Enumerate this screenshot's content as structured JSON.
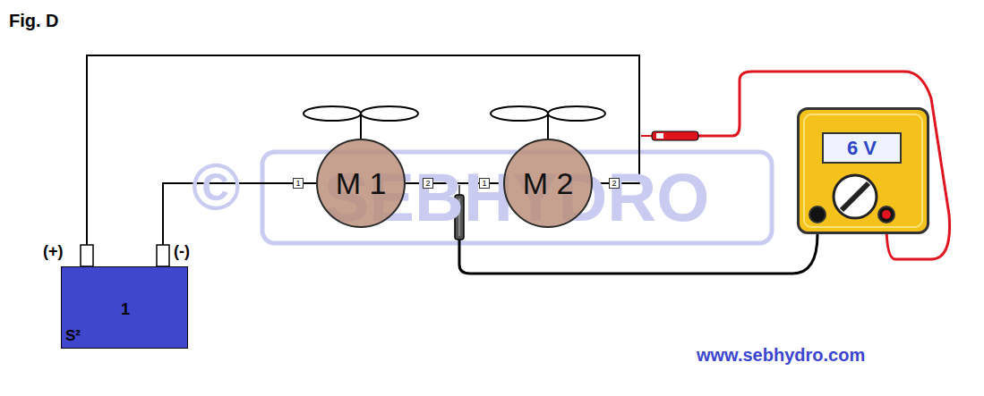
{
  "diagram": {
    "title": "Fig. D",
    "nodes": [
      {
        "text": [
          "1",
          "S²"
        ]
      },
      {
        "text": [
          "M 1"
        ]
      },
      {
        "text": [
          "M 2"
        ]
      },
      {
        "text": [
          "6 V"
        ]
      }
    ],
    "edges": [
      {
        "from": 0,
        "to": 1,
        "arrow": "none"
      },
      {
        "from": 1,
        "to": 2,
        "arrow": "none"
      },
      {
        "from": 2,
        "to": 0,
        "arrow": "none"
      }
    ],
    "labels": [
      "(+)",
      "(-)",
      "1",
      "2",
      "1",
      "2",
      "©",
      "SEBHYDRO",
      "www.sebhydro.com"
    ]
  }
}
